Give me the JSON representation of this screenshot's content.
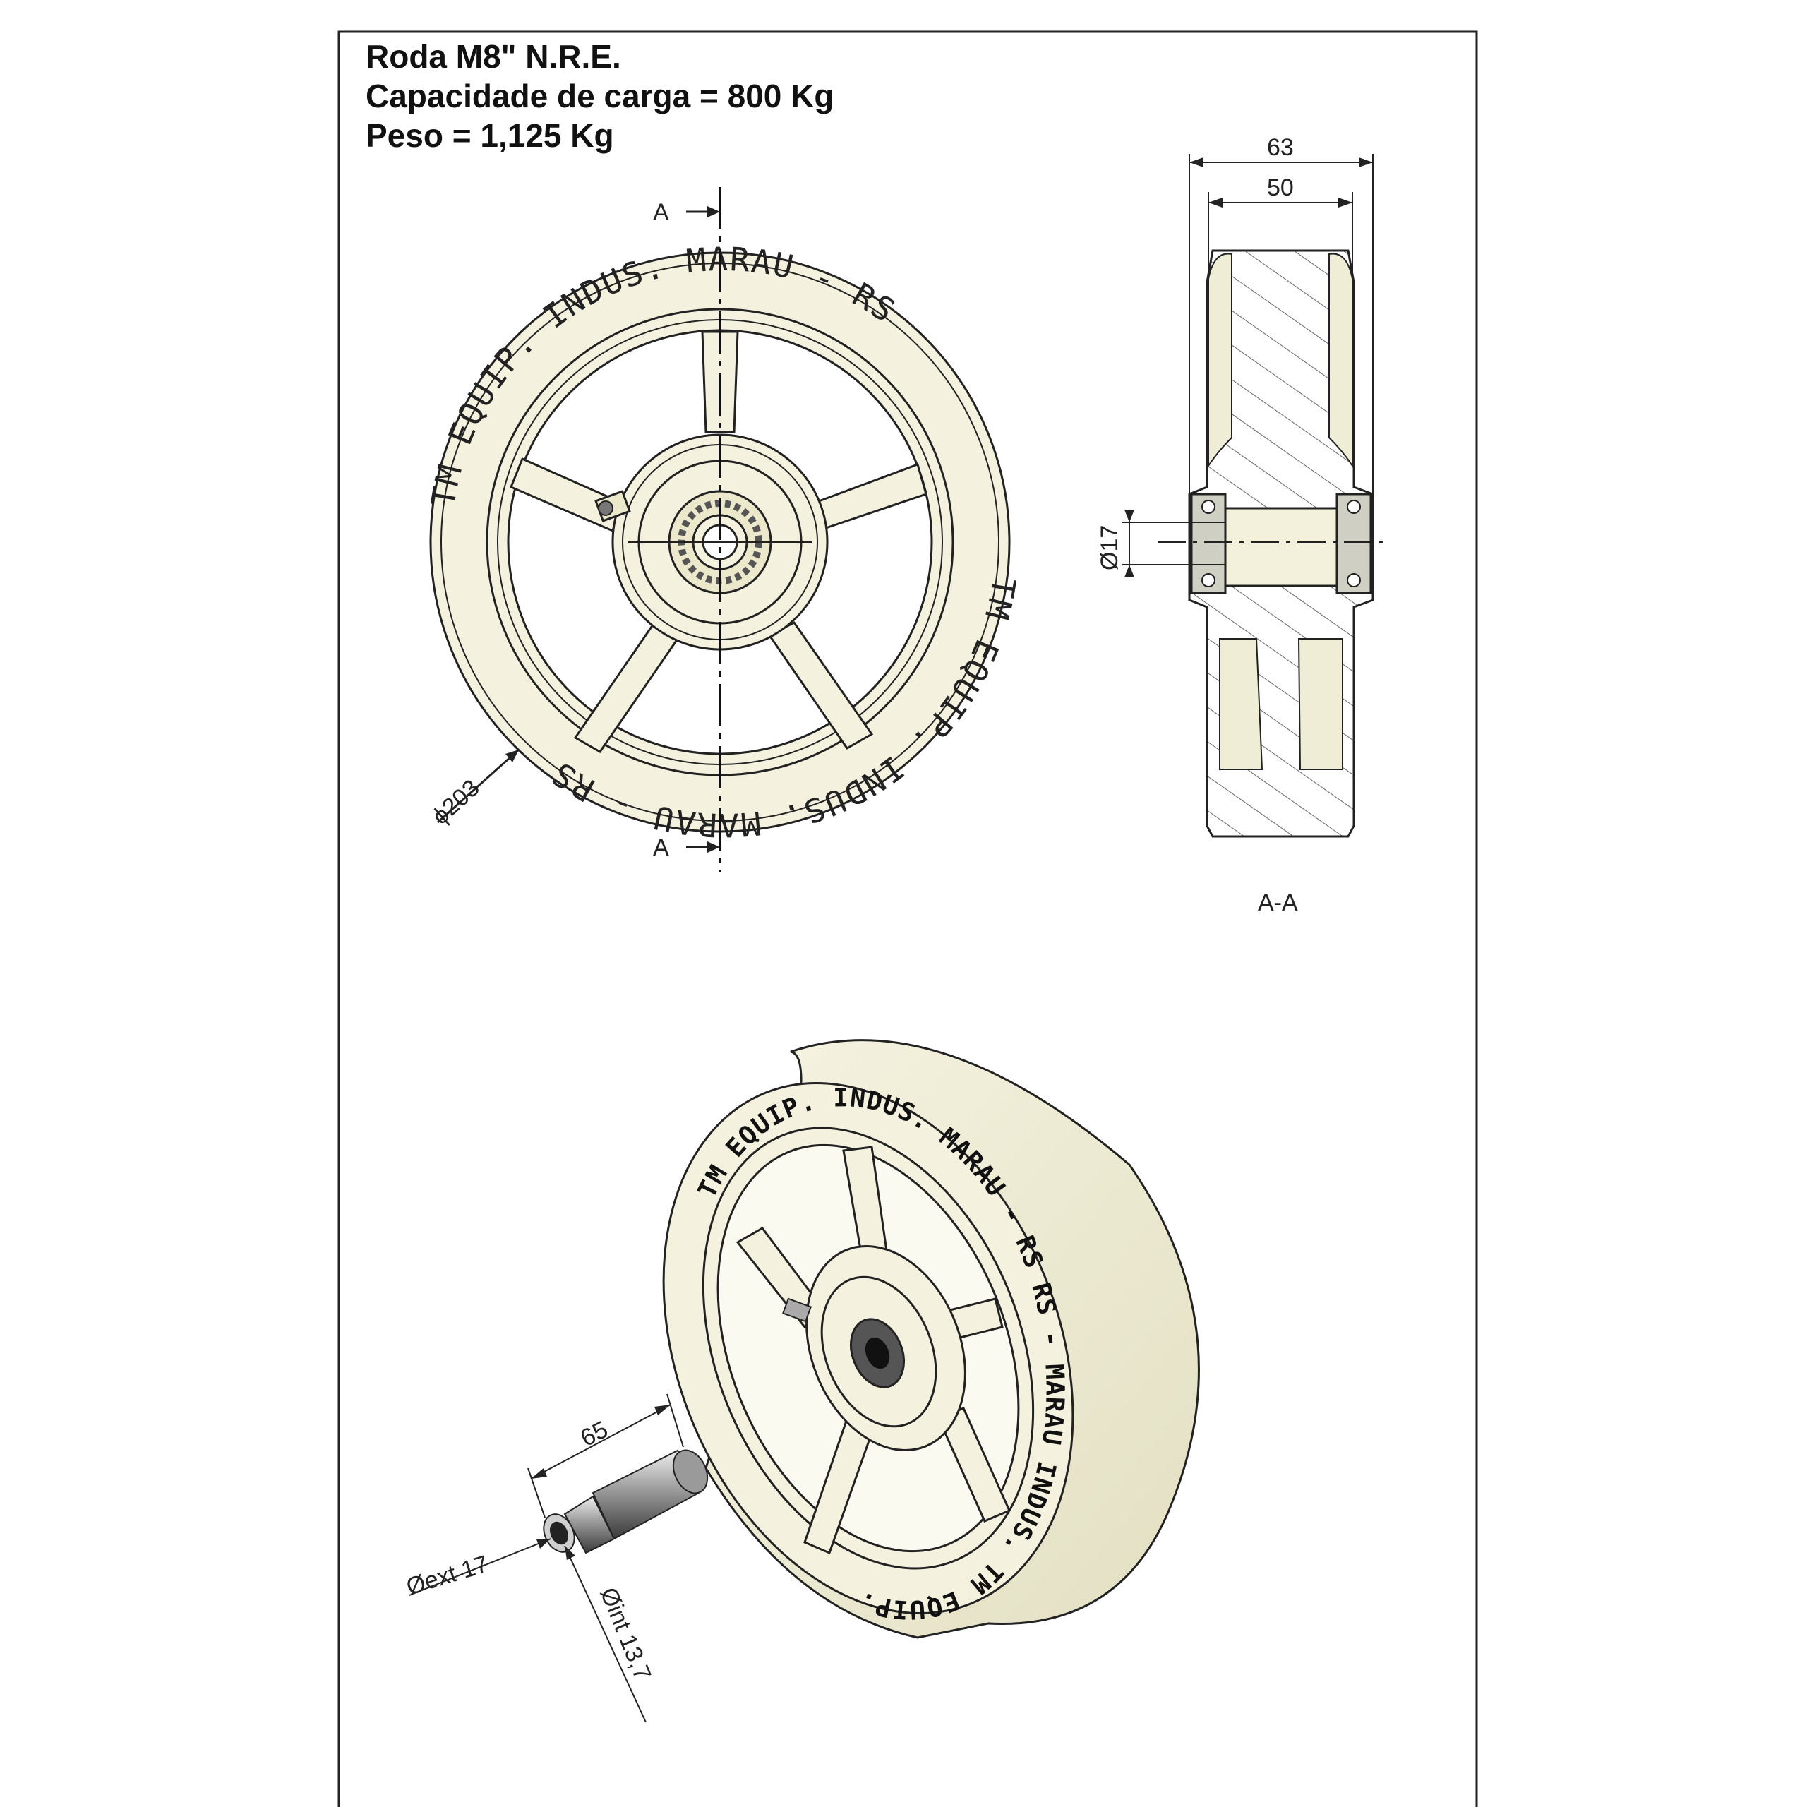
{
  "title": {
    "line1": "Roda M8\" N.R.E.",
    "line2": "Capacidade de carga = 800 Kg",
    "line3": "Peso = 1,125 Kg"
  },
  "front_view": {
    "section_mark_top": "A",
    "section_mark_bottom": "A",
    "rim_text_top": "TM EQUIP. INDUS. MARAU - RS",
    "rim_text_bottom": "TM EQUIP. INDUS. MARAU - RS",
    "diameter_label": "ϕ203"
  },
  "section_view": {
    "label": "A-A",
    "width_outer": "63",
    "width_inner": "50",
    "bore_label": "Ø17"
  },
  "iso_view": {
    "rim_text": "TM EQUIP. INDUS. MARAU - RS RS - MARAU INDUS. TM EQUIP.",
    "axle_length": "65",
    "axle_ext": "Øext 17",
    "axle_int": "Øint 13,7"
  },
  "colors": {
    "cream": "#f4f2de",
    "line": "#222222"
  }
}
